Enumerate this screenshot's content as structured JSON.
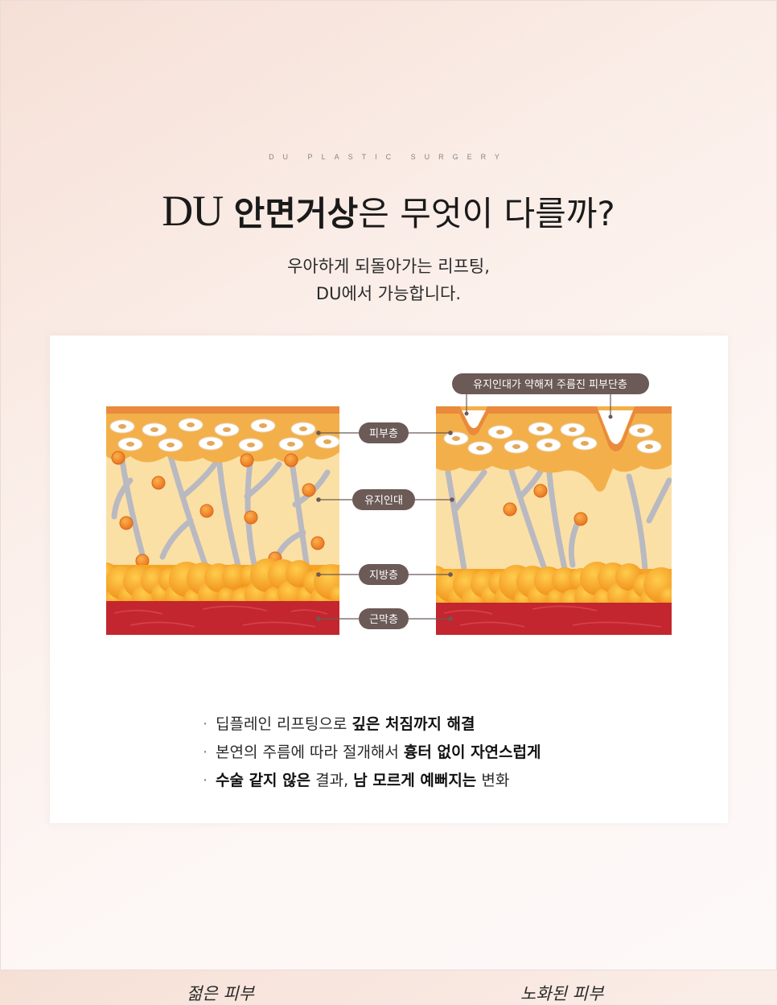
{
  "header": {
    "eyebrow": "DU PLASTIC SURGERY",
    "title_brand": "DU",
    "title_bold": "안면거상",
    "title_rest": "은 무엇이 다를까?",
    "subtitle_line1": "우아하게 되돌아가는 리프팅,",
    "subtitle_line2": "DU에서 가능합니다."
  },
  "diagram": {
    "callout_top": "유지인대가 약해져 주름진 피부단층",
    "labels": [
      "피부층",
      "유지인대",
      "지방층",
      "근막층"
    ],
    "caption_left": "젊은 피부",
    "caption_right": "노화된 피부",
    "colors": {
      "skin": "#f3b04a",
      "skin_top": "#e98a3c",
      "tissue": "#fbe0a6",
      "fat": "#f7a423",
      "muscle": "#c3262e",
      "ligament": "#b9b9c1",
      "label_bg": "#6b5a56"
    }
  },
  "bullets": [
    {
      "pre": "딥플레인 리프팅으로 ",
      "bold": "깊은 처짐까지 해결",
      "post": ""
    },
    {
      "pre": "본연의 주름에 따라 절개해서 ",
      "bold": "흉터 없이 자연스럽게",
      "post": ""
    },
    {
      "bold1": "수술 같지 않은",
      "mid": " 결과, ",
      "bold2": "남 모르게 예뻐지는",
      "post": " 변화"
    }
  ]
}
